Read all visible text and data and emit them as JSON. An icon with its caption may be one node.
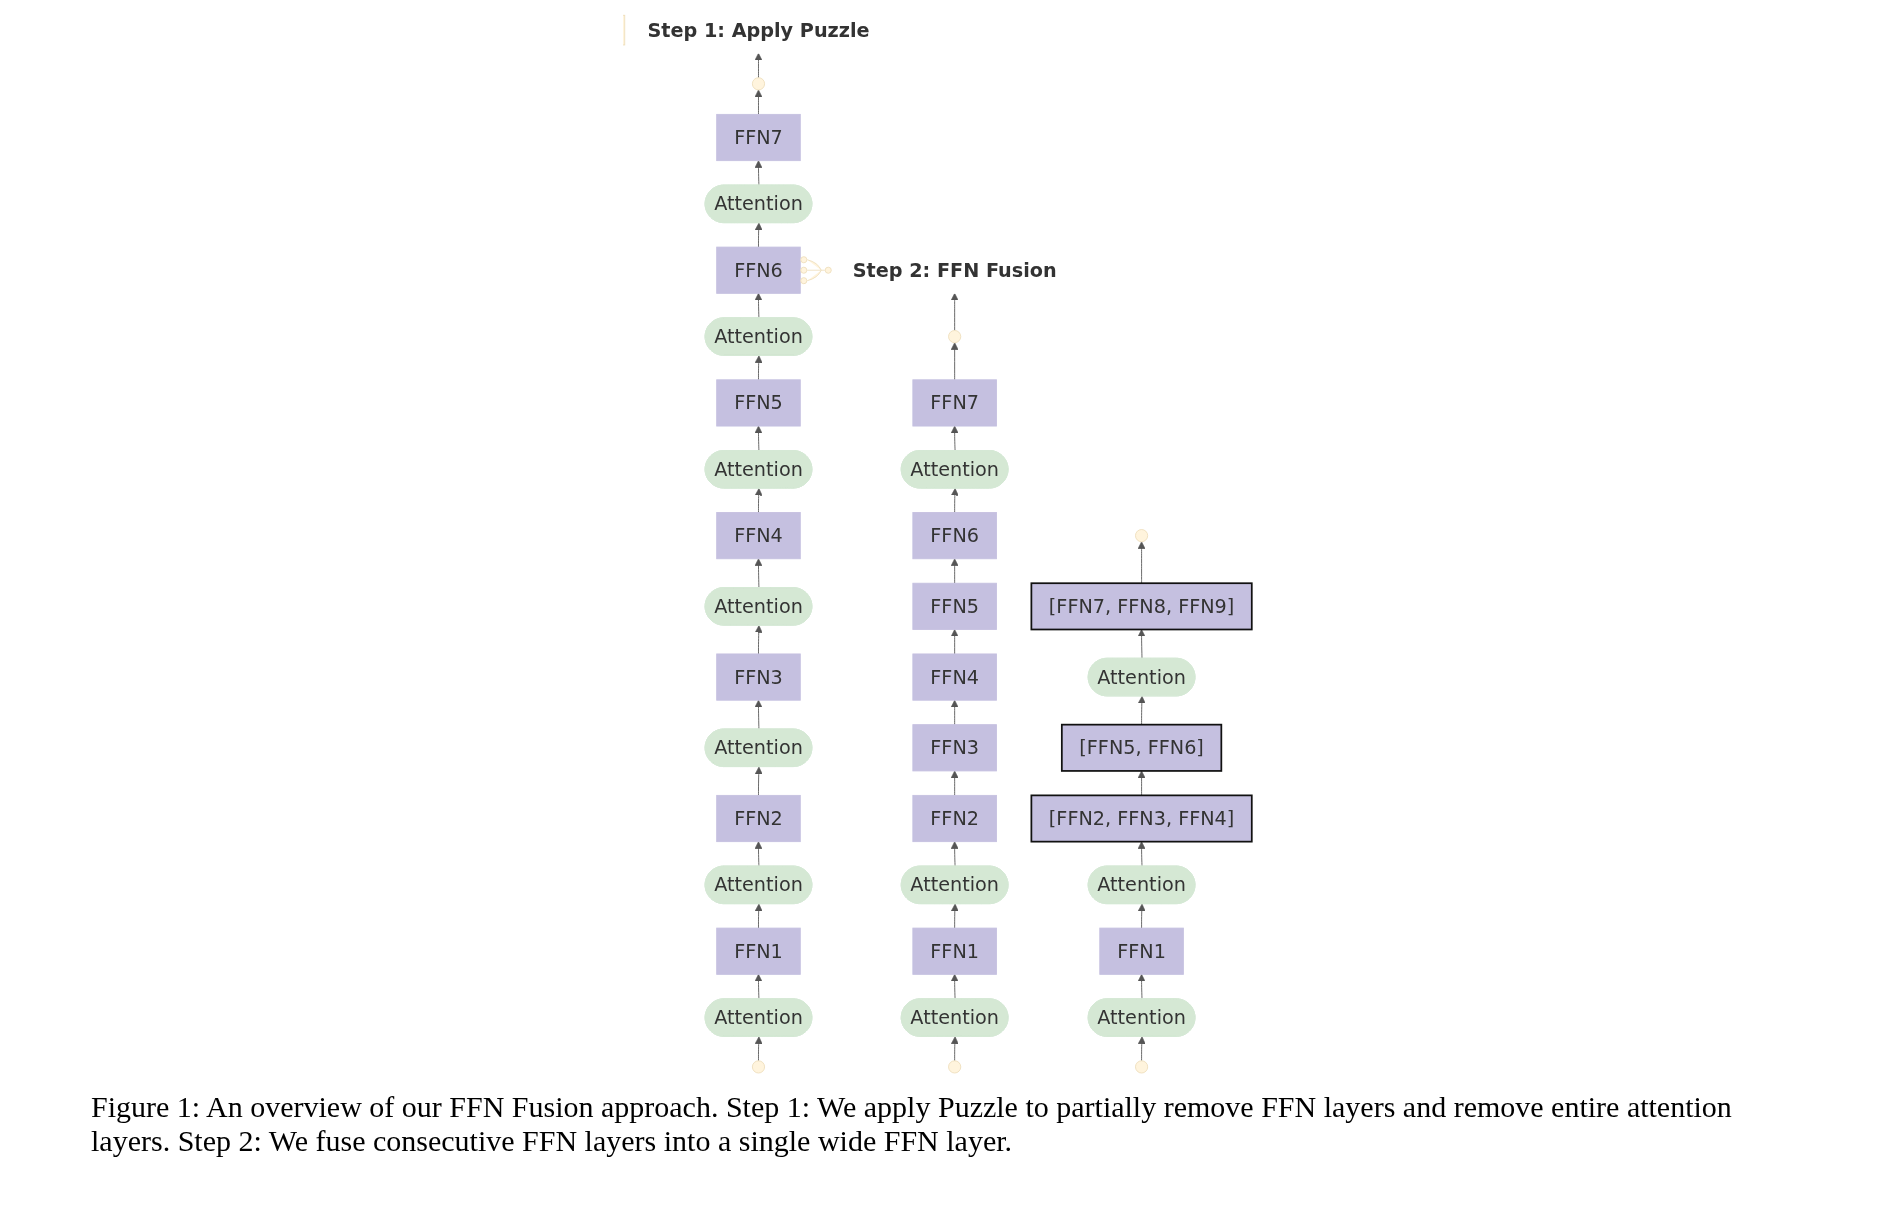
{
  "diagram": {
    "caption": "Figure 1: An overview of our FFN Fusion approach. Step 1: We apply Puzzle to partially remove FFN layers and remove entire attention layers. Step 2: We fuse consecutive FFN layers into a single wide FFN layer.",
    "nodes": [
      {
        "text": [],
        "shape": "dots"
      },
      {
        "text": [
          "FFN7"
        ]
      },
      {
        "text": [
          "Attention"
        ]
      },
      {
        "text": [
          "FFN6"
        ]
      },
      {
        "text": [
          "Attention"
        ]
      },
      {
        "text": [
          "FFN5"
        ]
      },
      {
        "text": [
          "Attention"
        ]
      },
      {
        "text": [
          "FFN4"
        ]
      },
      {
        "text": [
          "Attention"
        ]
      },
      {
        "text": [
          "FFN3"
        ]
      },
      {
        "text": [
          "Attention"
        ]
      },
      {
        "text": [
          "FFN2"
        ]
      },
      {
        "text": [
          "Attention"
        ]
      },
      {
        "text": [
          "FFN1"
        ]
      },
      {
        "text": [
          "Attention"
        ]
      },
      {
        "text": [],
        "shape": "dots"
      },
      {
        "text": [
          "Step 1: Apply Puzzle"
        ]
      },
      {
        "text": [],
        "shape": "dots"
      },
      {
        "text": [
          "FFN7"
        ]
      },
      {
        "text": [
          "Attention"
        ]
      },
      {
        "text": [
          "FFN6"
        ]
      },
      {
        "text": [
          "FFN5"
        ]
      },
      {
        "text": [
          "FFN4"
        ]
      },
      {
        "text": [
          "FFN3"
        ]
      },
      {
        "text": [
          "FFN2"
        ]
      },
      {
        "text": [
          "Attention"
        ]
      },
      {
        "text": [
          "FFN1"
        ]
      },
      {
        "text": [
          "Attention"
        ]
      },
      {
        "text": [],
        "shape": "dots"
      },
      {
        "text": [
          "Step 2: FFN Fusion"
        ]
      },
      {
        "text": [],
        "shape": "dots"
      },
      {
        "text": [
          "[FFN7, FFN8, FFN9]"
        ]
      },
      {
        "text": [
          "Attention"
        ]
      },
      {
        "text": [
          "[FFN5, FFN6]"
        ]
      },
      {
        "text": [
          "[FFN2, FFN3, FFN4]"
        ]
      },
      {
        "text": [
          "Attention"
        ]
      },
      {
        "text": [
          "FFN1"
        ]
      },
      {
        "text": [
          "Attention"
        ]
      },
      {
        "text": [],
        "shape": "dots"
      }
    ],
    "edges": [
      {
        "from": 15,
        "to": 14,
        "arrow": "to"
      },
      {
        "from": 14,
        "to": 13,
        "arrow": "to"
      },
      {
        "from": 13,
        "to": 12,
        "arrow": "to"
      },
      {
        "from": 12,
        "to": 11,
        "arrow": "to"
      },
      {
        "from": 11,
        "to": 10,
        "arrow": "to"
      },
      {
        "from": 10,
        "to": 9,
        "arrow": "to"
      },
      {
        "from": 9,
        "to": 8,
        "arrow": "to"
      },
      {
        "from": 8,
        "to": 7,
        "arrow": "to"
      },
      {
        "from": 7,
        "to": 6,
        "arrow": "to"
      },
      {
        "from": 6,
        "to": 5,
        "arrow": "to"
      },
      {
        "from": 5,
        "to": 4,
        "arrow": "to"
      },
      {
        "from": 4,
        "to": 3,
        "arrow": "to"
      },
      {
        "from": 3,
        "to": 2,
        "arrow": "to"
      },
      {
        "from": 2,
        "to": 1,
        "arrow": "to"
      },
      {
        "from": 1,
        "to": 0,
        "arrow": "to"
      },
      {
        "from": 0,
        "to": 16,
        "arrow": "to"
      },
      {
        "from": 28,
        "to": 27,
        "arrow": "to"
      },
      {
        "from": 27,
        "to": 26,
        "arrow": "to"
      },
      {
        "from": 26,
        "to": 25,
        "arrow": "to"
      },
      {
        "from": 25,
        "to": 24,
        "arrow": "to"
      },
      {
        "from": 24,
        "to": 23,
        "arrow": "to"
      },
      {
        "from": 23,
        "to": 22,
        "arrow": "to"
      },
      {
        "from": 22,
        "to": 21,
        "arrow": "to"
      },
      {
        "from": 21,
        "to": 20,
        "arrow": "to"
      },
      {
        "from": 20,
        "to": 19,
        "arrow": "to"
      },
      {
        "from": 19,
        "to": 18,
        "arrow": "to"
      },
      {
        "from": 18,
        "to": 17,
        "arrow": "to"
      },
      {
        "from": 17,
        "to": 29,
        "arrow": "to"
      },
      {
        "from": 38,
        "to": 37,
        "arrow": "to"
      },
      {
        "from": 37,
        "to": 36,
        "arrow": "to"
      },
      {
        "from": 36,
        "to": 35,
        "arrow": "to"
      },
      {
        "from": 35,
        "to": 34,
        "arrow": "to"
      },
      {
        "from": 34,
        "to": 33,
        "arrow": "to"
      },
      {
        "from": 33,
        "to": 32,
        "arrow": "to"
      },
      {
        "from": 32,
        "to": 31,
        "arrow": "to"
      },
      {
        "from": 31,
        "to": 30,
        "arrow": "to"
      }
    ]
  }
}
